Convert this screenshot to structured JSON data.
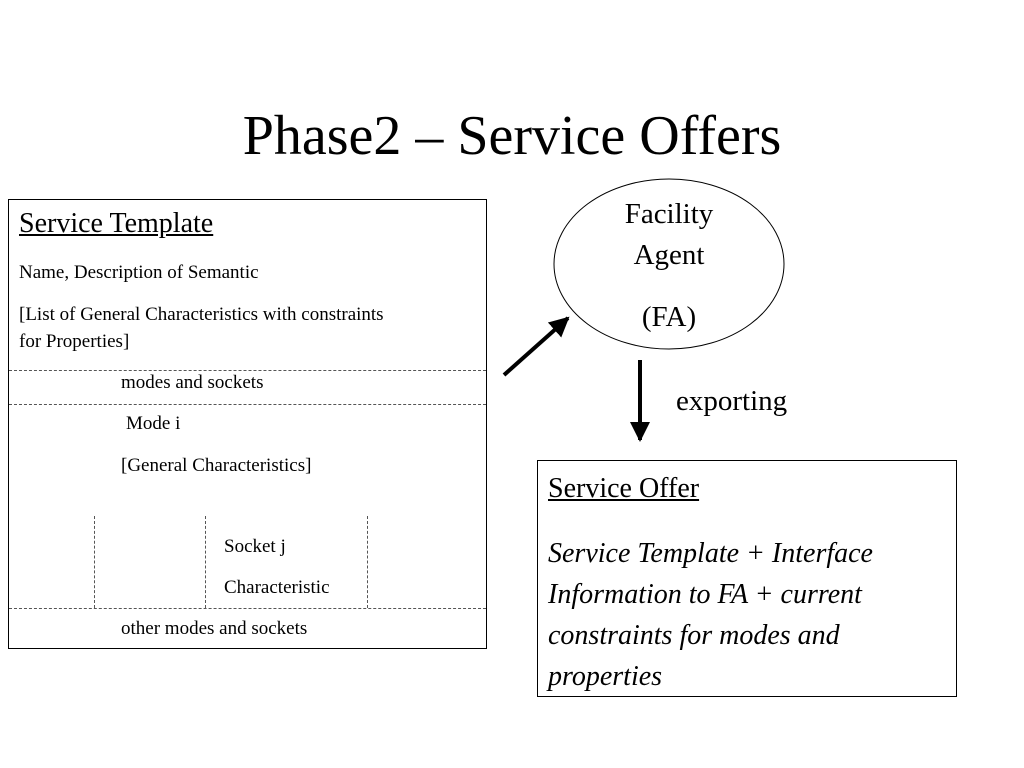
{
  "slide": {
    "title": "Phase2 – Service Offers"
  },
  "service_template": {
    "heading": "Service Template",
    "description": "Name, Description of Semantic",
    "characteristics_line1": "[List of General Characteristics with constraints",
    "characteristics_line2": "for Properties]",
    "modes_and_sockets": "modes and sockets",
    "mode": "Mode i",
    "mode_characteristics": "[General Characteristics]",
    "socket": "Socket j",
    "socket_characteristic": "Characteristic",
    "other_modes": "other modes and sockets"
  },
  "facility_agent": {
    "line1": "Facility",
    "line2": "Agent",
    "abbrev": "(FA)"
  },
  "exporting_label": "exporting",
  "service_offer": {
    "heading": "Service Offer",
    "body": "Service Template + Interface Information to FA + current constraints for modes and properties"
  }
}
